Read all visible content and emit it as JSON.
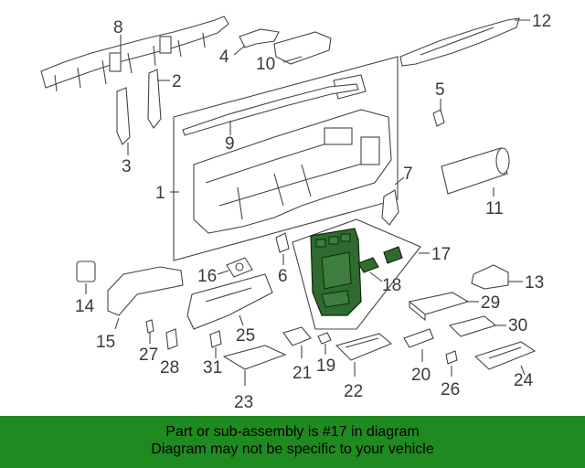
{
  "callouts": {
    "c1": "1",
    "c2": "2",
    "c3": "3",
    "c4": "4",
    "c5": "5",
    "c6": "6",
    "c7": "7",
    "c8": "8",
    "c9": "9",
    "c10": "10",
    "c11": "11",
    "c12": "12",
    "c13": "13",
    "c14": "14",
    "c15": "15",
    "c16": "16",
    "c17": "17",
    "c18": "18",
    "c19": "19",
    "c20": "20",
    "c21": "21",
    "c22": "22",
    "c23": "23",
    "c24": "24",
    "c25": "25",
    "c26": "26",
    "c27": "27",
    "c28": "28",
    "c29": "29",
    "c30": "30",
    "c31": "31"
  },
  "highlight_color": "#2f6b2f",
  "footer": {
    "line1": "Part or sub-assembly is #17 in diagram",
    "line2": "Diagram may not be specific to your vehicle",
    "background": "#1f8a1f"
  }
}
